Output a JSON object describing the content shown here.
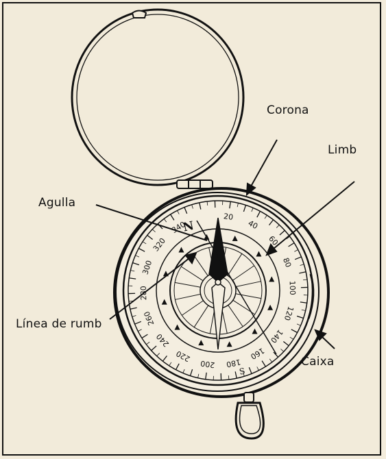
{
  "labels": {
    "corona": "Corona",
    "limb": "Limb",
    "agulla": "Agulla",
    "linea_rumb": "Línea de rumb",
    "caixa": "Caixa"
  },
  "dial": {
    "north": "N",
    "south": "S",
    "degree_marks": [
      "20",
      "40",
      "60",
      "80",
      "100",
      "120",
      "140",
      "160",
      "180",
      "200",
      "220",
      "240",
      "260",
      "280",
      "300",
      "320",
      "340"
    ]
  },
  "colors": {
    "background": "#f2ebda",
    "ink": "#111111"
  }
}
